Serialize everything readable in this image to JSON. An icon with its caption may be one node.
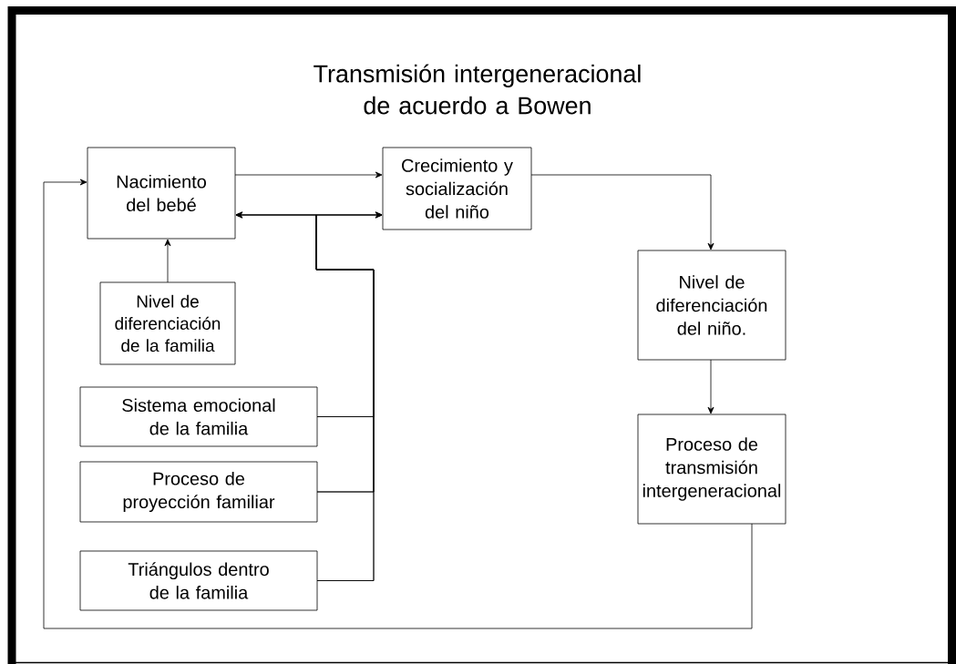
{
  "diagram": {
    "title": "Transmisión intergeneracional de acuerdo a Bowen",
    "nodes": [
      {
        "text": [
          "Nacimiento del bebé"
        ]
      },
      {
        "text": [
          "Crecimiento y socialización del niño"
        ]
      },
      {
        "text": [
          "Nivel de diferenciación de la familia"
        ]
      },
      {
        "text": [
          "Nivel de diferenciación del niño."
        ]
      },
      {
        "text": [
          "Sistema emocional de la familia"
        ]
      },
      {
        "text": [
          "Proceso de proyección familiar"
        ]
      },
      {
        "text": [
          "Triángulos dentro de la familia"
        ]
      },
      {
        "text": [
          "Proceso de transmisión intergeneracional"
        ]
      }
    ],
    "edges": [
      {
        "from": 0,
        "to": 1,
        "arrow": "to"
      },
      {
        "from": 2,
        "to": 0,
        "arrow": "to"
      },
      {
        "from": 4,
        "to": 0,
        "arrow": "to"
      },
      {
        "from": 4,
        "to": 1,
        "arrow": "to"
      },
      {
        "from": 5,
        "to": 0,
        "arrow": "to"
      },
      {
        "from": 5,
        "to": 1,
        "arrow": "to"
      },
      {
        "from": 6,
        "to": 0,
        "arrow": "to"
      },
      {
        "from": 6,
        "to": 1,
        "arrow": "to"
      },
      {
        "from": 1,
        "to": 3,
        "arrow": "to"
      },
      {
        "from": 3,
        "to": 7,
        "arrow": "to"
      },
      {
        "from": 7,
        "to": 0,
        "arrow": "to"
      }
    ]
  }
}
